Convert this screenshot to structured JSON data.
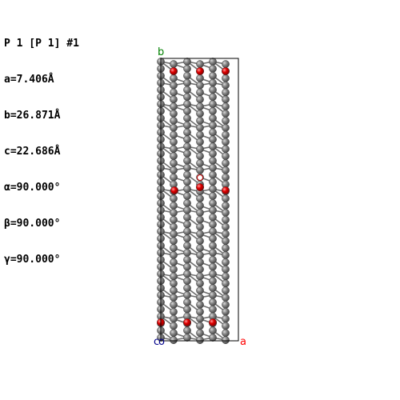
{
  "cell_info": {
    "title": "P 1 [P 1] #1",
    "a": "a=7.406Å",
    "b": "b=26.871Å",
    "c": "c=22.686Å",
    "alpha": "α=90.000°",
    "beta": "β=90.000°",
    "gamma": "γ=90.000°"
  },
  "axes": {
    "a": {
      "label": "a",
      "color": "#ff0000"
    },
    "b": {
      "label": "b",
      "color": "#008000"
    },
    "c": {
      "label": "c",
      "color": "#00008b"
    }
  },
  "atoms": {
    "carbon_color": "#7f7f7f",
    "oxygen_color": "#ff0000"
  }
}
